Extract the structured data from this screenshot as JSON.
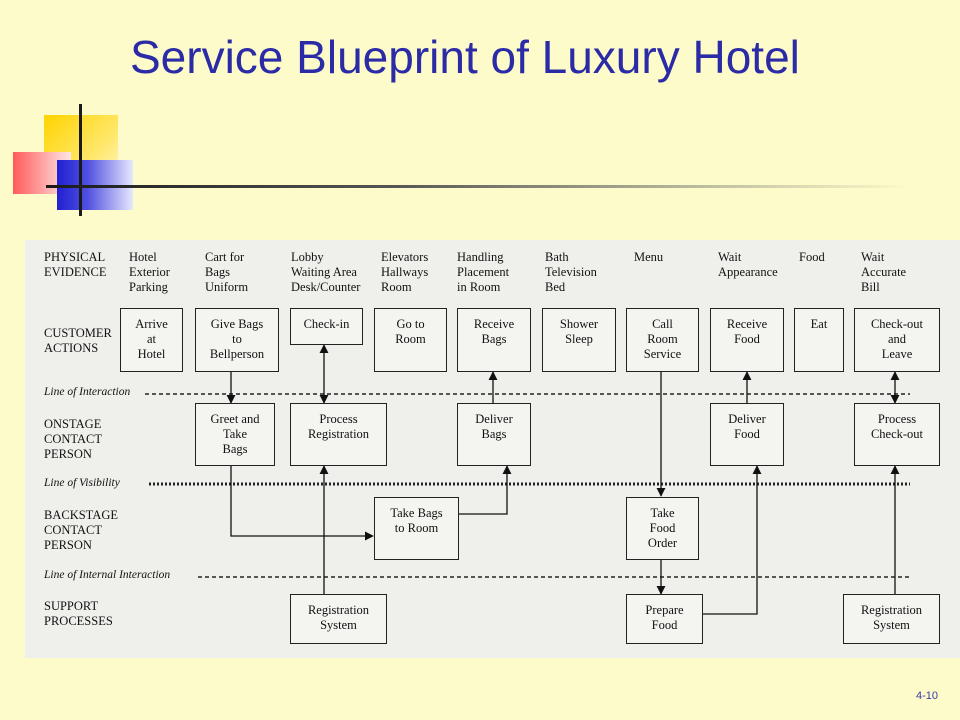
{
  "slide": {
    "title": "Service Blueprint of Luxury Hotel",
    "page_number": "4-10"
  },
  "blueprint": {
    "row_labels": {
      "physical_evidence": "PHYSICAL\nEVIDENCE",
      "customer_actions": "CUSTOMER\nACTIONS",
      "onstage": "ONSTAGE\nCONTACT\nPERSON",
      "backstage": "BACKSTAGE\nCONTACT\nPERSON",
      "support": "SUPPORT\nPROCESSES"
    },
    "lines": {
      "interaction": "Line of Interaction",
      "visibility": "Line of Visibility",
      "internal": "Line of Internal Interaction"
    },
    "evidence": [
      "Hotel\nExterior\nParking",
      "Cart for\nBags\nUniform",
      "Lobby\nWaiting Area\nDesk/Counter",
      "Elevators\nHallways\nRoom",
      "Handling\nPlacement\nin Room",
      "Bath\nTelevision\nBed",
      "Menu",
      "Wait\nAppearance",
      "Food",
      "Wait\nAccurate\nBill"
    ],
    "customer_actions": [
      "Arrive\nat\nHotel",
      "Give Bags\nto\nBellperson",
      "Check-in",
      "Go to\nRoom",
      "Receive\nBags",
      "Shower\nSleep",
      "Call\nRoom\nService",
      "Receive\nFood",
      "Eat",
      "Check-out\nand\nLeave"
    ],
    "onstage": {
      "greet": "Greet and\nTake\nBags",
      "registration": "Process\nRegistration",
      "deliver_bags": "Deliver\nBags",
      "deliver_food": "Deliver\nFood",
      "checkout": "Process\nCheck-out"
    },
    "backstage": {
      "take_bags": "Take Bags\nto Room",
      "take_order": "Take\nFood\nOrder"
    },
    "support": {
      "reg_system_1": "Registration\nSystem",
      "prepare_food": "Prepare\nFood",
      "reg_system_2": "Registration\nSystem"
    }
  }
}
